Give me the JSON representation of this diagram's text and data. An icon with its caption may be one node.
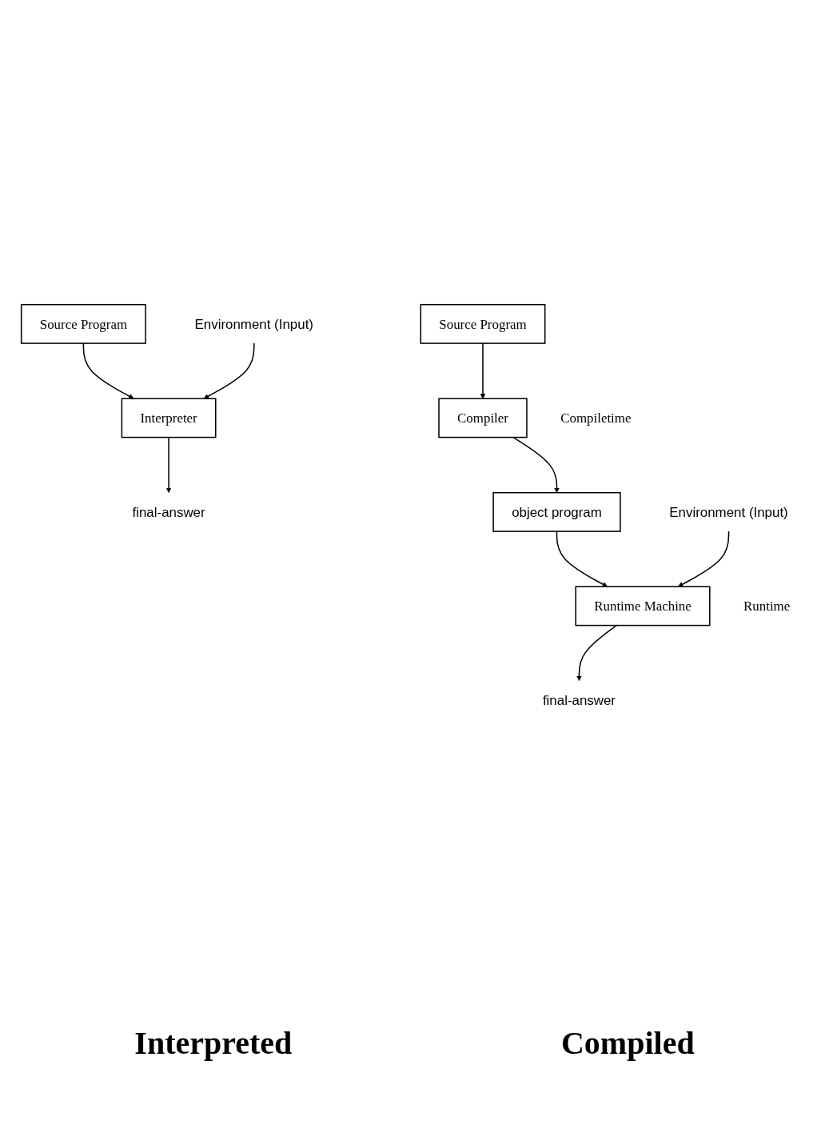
{
  "diagram": {
    "nodes": [
      {
        "text": [
          "Source Program"
        ]
      },
      {
        "text": [
          "Environment (Input)"
        ]
      },
      {
        "text": [
          "Interpreter"
        ]
      },
      {
        "text": [
          "final-answer"
        ]
      },
      {
        "text": [
          "Source Program"
        ]
      },
      {
        "text": [
          "Compiler"
        ],
        "beside": [
          "Compiletime"
        ]
      },
      {
        "text": [
          "object program"
        ]
      },
      {
        "text": [
          "Environment (Input)"
        ]
      },
      {
        "text": [
          "Runtime Machine"
        ],
        "beside": [
          "Runtime"
        ]
      },
      {
        "text": [
          "final-answer"
        ]
      }
    ],
    "edges": [
      {
        "from": 0,
        "to": 2,
        "arrow": "to"
      },
      {
        "from": 1,
        "to": 2,
        "arrow": "to"
      },
      {
        "from": 2,
        "to": 3,
        "arrow": "to"
      },
      {
        "from": 4,
        "to": 5,
        "arrow": "to"
      },
      {
        "from": 5,
        "to": 6,
        "arrow": "to"
      },
      {
        "from": 6,
        "to": 8,
        "arrow": "to"
      },
      {
        "from": 7,
        "to": 8,
        "arrow": "to"
      },
      {
        "from": 8,
        "to": 9,
        "arrow": "to"
      }
    ],
    "labels": [
      "Interpreted",
      "Compiled"
    ]
  }
}
